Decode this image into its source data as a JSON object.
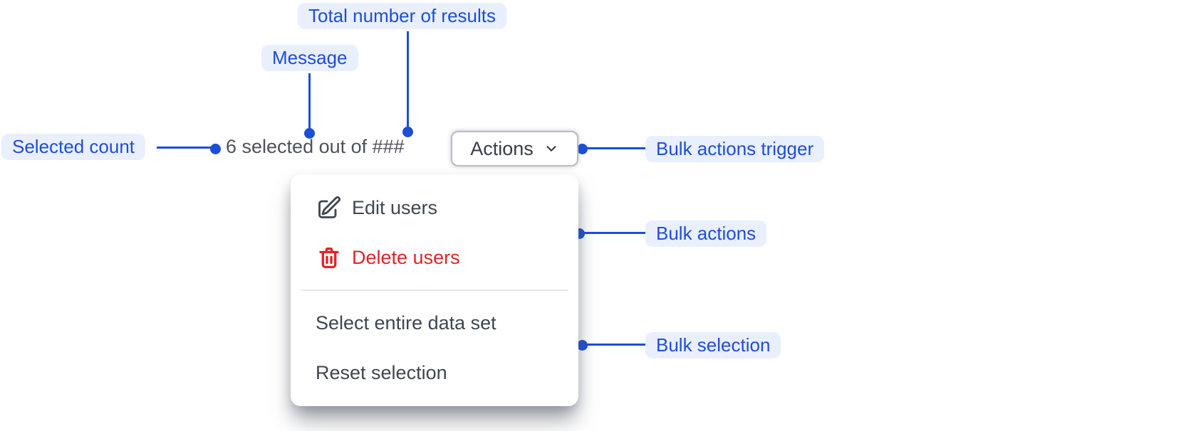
{
  "annotations": {
    "total_results": "Total number of results",
    "message": "Message",
    "selected_count": "Selected count",
    "bulk_actions_trigger": "Bulk actions trigger",
    "bulk_actions": "Bulk actions",
    "bulk_selection": "Bulk selection"
  },
  "toolbar": {
    "selection_message": "6 selected out of ###",
    "selected_count_value": "6",
    "total_placeholder": "###",
    "actions_button_label": "Actions",
    "actions_button_icon": "chevron-down-icon"
  },
  "menu": {
    "items": [
      {
        "label": "Edit users",
        "icon": "edit-icon",
        "danger": false
      },
      {
        "label": "Delete users",
        "icon": "trash-icon",
        "danger": true
      },
      {
        "label": "Select entire data set",
        "icon": null,
        "danger": false
      },
      {
        "label": "Reset selection",
        "icon": null,
        "danger": false
      }
    ]
  },
  "colors": {
    "annotation_blue": "#1d4ed8",
    "annotation_chip_bg": "#e9effd",
    "danger_red": "#e02424",
    "menu_text": "#3f4650",
    "message_text": "#4d525c",
    "button_border": "#b9bdc4"
  }
}
